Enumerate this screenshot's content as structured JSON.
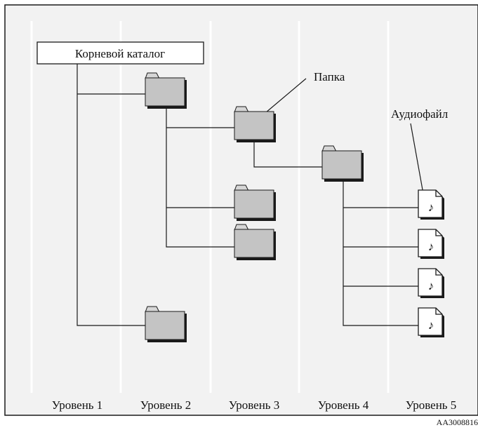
{
  "diagram": {
    "root_label": "Корневой каталог",
    "callouts": {
      "folder": "Папка",
      "audio_file": "Аудиофайл"
    },
    "levels": [
      "Уровень 1",
      "Уровень 2",
      "Уровень 3",
      "Уровень 4",
      "Уровень 5"
    ],
    "figure_code": "AA3008816",
    "note_glyph": "♪"
  },
  "colors": {
    "panel_bg": "#f2f2f2",
    "column_divider": "#ffffff",
    "folder_fill": "#c4c4c4",
    "line": "#1a1a1a"
  }
}
